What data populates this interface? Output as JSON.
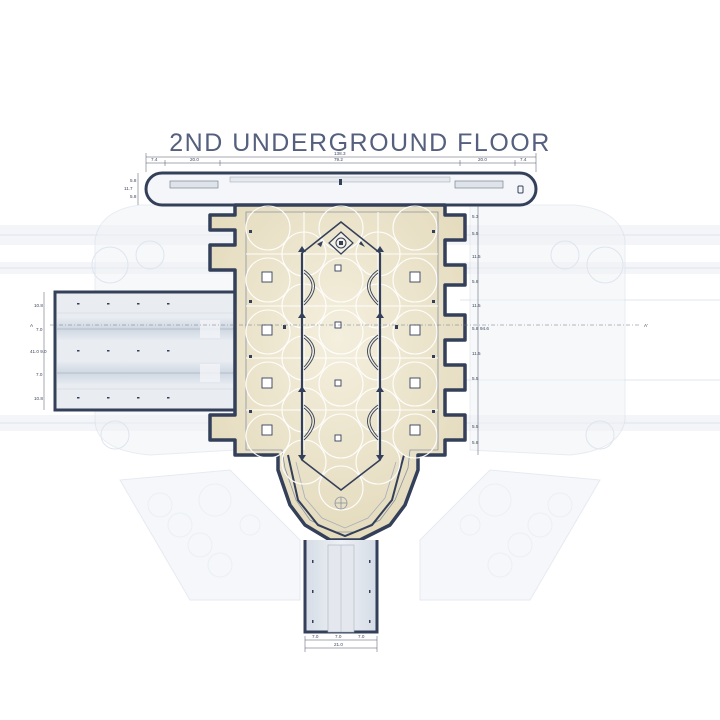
{
  "title": {
    "main": "2ND UNDERGROUND FLOOR"
  },
  "dimensions": {
    "top_overall": "138.3",
    "top_inner": "79.2",
    "top_left_20": "20.0",
    "top_right_20": "20.0",
    "top_left_74": "7.4",
    "top_right_74": "7.4",
    "left_bar_top": "5.8",
    "left_bar_mid": "11.7",
    "left_bar_bot": "5.8",
    "right_col": [
      "5.3",
      "5.5",
      "11.5",
      "5.8",
      "11.5",
      "5.8",
      "11.5",
      "5.5",
      "5.5",
      "5.8"
    ],
    "right_total": "94.6",
    "left_col_top": "10.8",
    "left_col_70a": "7.0",
    "left_col_mid": "41.0 9.0",
    "left_col_70b": "7.0",
    "left_col_bot": "10.8",
    "bottom_70": [
      "7.0",
      "7.0",
      "7.0"
    ],
    "bottom_total": "21.0",
    "section_mark_left": "A",
    "section_mark_right": "A'"
  },
  "colors": {
    "title": "#55607e",
    "wall": "#34405a",
    "floor": "#ece4cc",
    "corridor": "#d6dde6",
    "ghost": "#e4e9f0"
  }
}
